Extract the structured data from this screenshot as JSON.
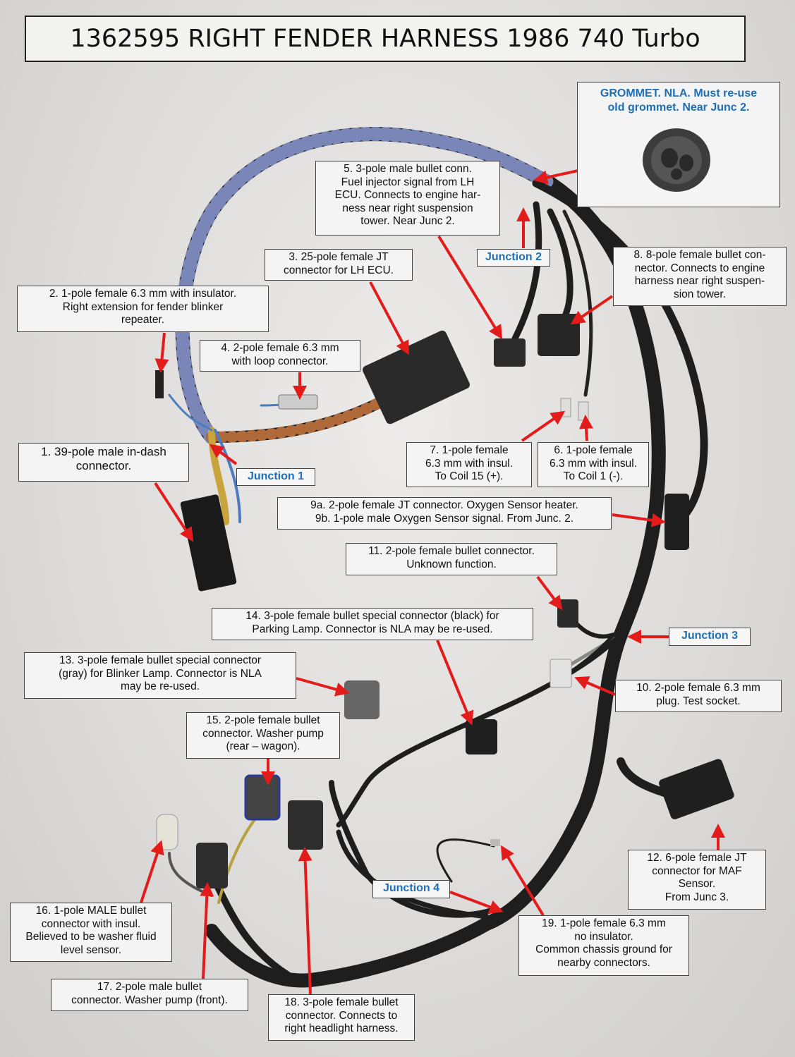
{
  "title": "1362595 RIGHT FENDER HARNESS 1986 740 Turbo",
  "grommet": {
    "text": "GROMMET. NLA. Must re-use\nold grommet.  Near Junc 2."
  },
  "junctions": {
    "j1": "Junction 1",
    "j2": "Junction 2",
    "j3": "Junction 3",
    "j4": "Junction 4"
  },
  "labels": {
    "c1": "1. 39-pole male in-dash\nconnector.",
    "c2": "2.  1-pole female 6.3 mm with insulator.\nRight extension for fender blinker\nrepeater.",
    "c3": "3.  25-pole female JT\nconnector for LH ECU.",
    "c4": "4.  2-pole female 6.3 mm\nwith loop connector.",
    "c5": "5.  3-pole male bullet conn.\nFuel injector signal from LH\nECU. Connects to engine har-\nness near right suspension\ntower. Near Junc 2.",
    "c6": "6. 1-pole female\n6.3 mm with insul.\nTo Coil 1 (-).",
    "c7": "7.     1-pole female\n6.3 mm with insul.\nTo Coil 15 (+).",
    "c8": "8.  8-pole female bullet con-\nnector. Connects to engine\nharness near right suspen-\nsion tower.",
    "c9": "9a.  2-pole female JT connector. Oxygen Sensor heater.\n9b. 1-pole male Oxygen Sensor signal.  From Junc. 2.",
    "c10": "10.  2-pole female 6.3 mm\nplug. Test socket.",
    "c11": "11.  2-pole female bullet connector.\nUnknown function.",
    "c12": "12.  6-pole female JT\nconnector for MAF\nSensor.\nFrom Junc 3.",
    "c13": "13. 3-pole female bullet special connector\n(gray) for Blinker Lamp. Connector is NLA\nmay be re-used.",
    "c14": "14. 3-pole female bullet special connector (black) for\nParking Lamp. Connector is NLA may be re-used.",
    "c15": "15. 2-pole female bullet\nconnector. Washer pump\n(rear – wagon).",
    "c16": "16. 1-pole MALE bullet\nconnector with insul.\nBelieved to be washer fluid\nlevel sensor.",
    "c17": "17. 2-pole male bullet\nconnector. Washer pump (front).",
    "c18": "18. 3-pole female bullet\nconnector. Connects to\nright headlight harness.",
    "c19": "19. 1-pole female 6.3 mm\nno insulator.\nCommon chassis ground for\nnearby connectors."
  },
  "colors": {
    "arrow": "#e41b1b",
    "junction_text": "#1f6fb5",
    "harness": "#1e1e1e",
    "tape_band": "#7a86b8"
  }
}
